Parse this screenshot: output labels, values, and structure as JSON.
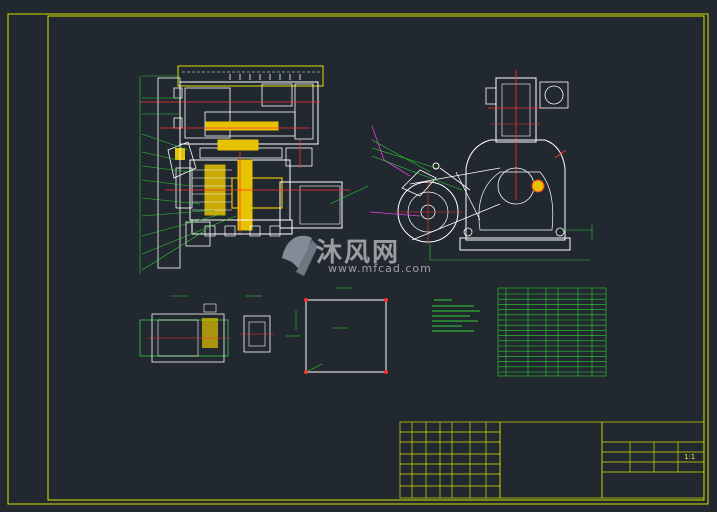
{
  "watermark": {
    "text": "沐风网",
    "url": "www.mfcad.com",
    "logo_color": "#9aa6b2"
  },
  "title_block": {
    "scale_value": "1:1"
  },
  "colors": {
    "background": "#212830",
    "border": "#d8e000",
    "outline": "#ffffff",
    "center_line": "#ff3030",
    "part_fill": "#e6c200",
    "leader": "#30d030",
    "dimension": "#e040e0",
    "table": "#30d030"
  }
}
